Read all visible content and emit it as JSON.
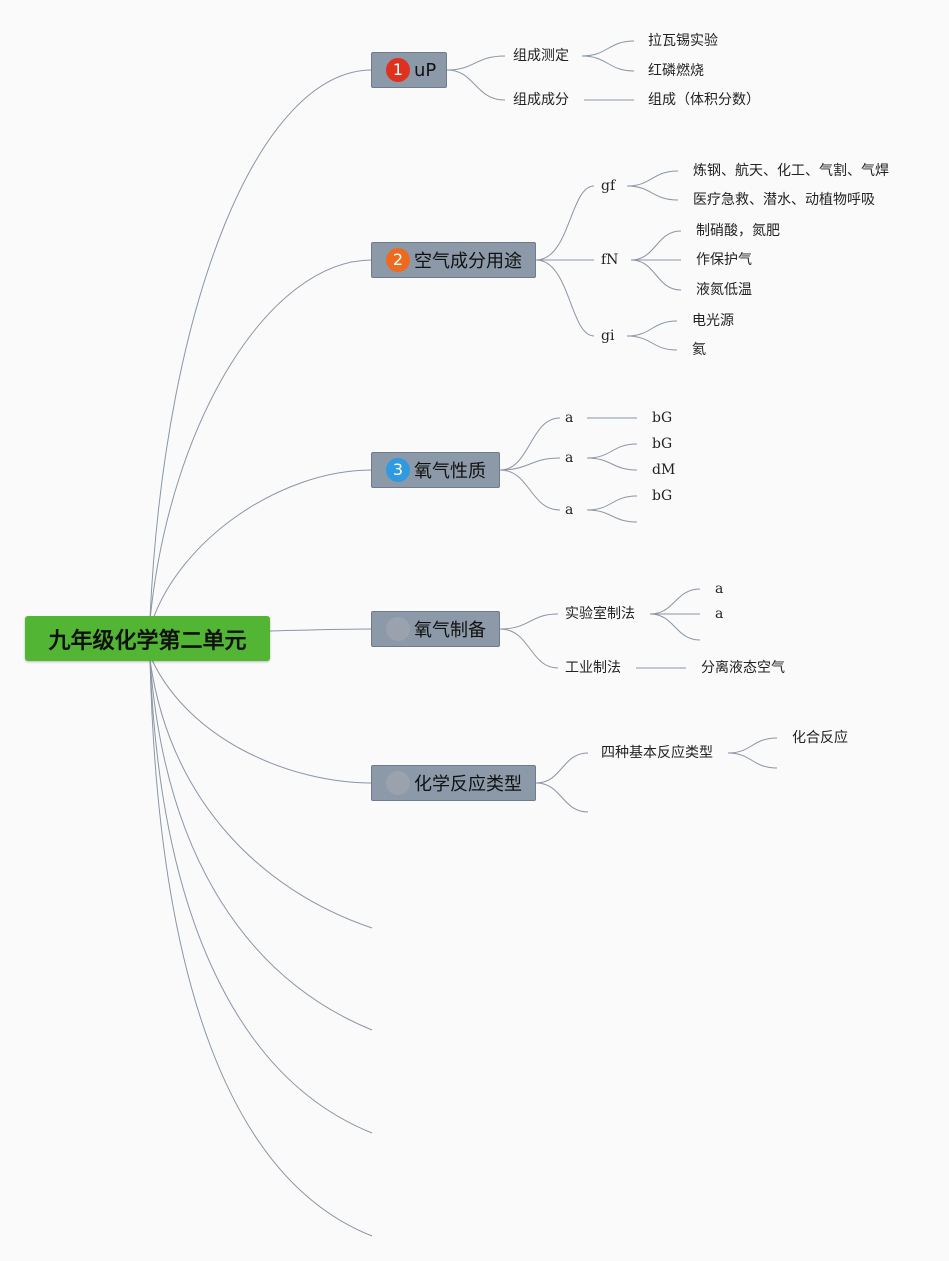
{
  "root": {
    "title": "九年级化学第二单元"
  },
  "colors": {
    "root": "#52b533",
    "main_node": "#8c99a8",
    "link": "#8a96a6",
    "badge_1": "#e0301e",
    "badge_2": "#ee6a1f",
    "badge_3": "#2f9ae0",
    "badge_muted": "#9aa3ad"
  },
  "branches": [
    {
      "badge": "1",
      "title": "uP",
      "children": [
        {
          "label": "组成测定",
          "children": [
            "拉瓦锡实验",
            "红磷燃烧"
          ]
        },
        {
          "label": "组成成分",
          "children": [
            "组成（体积分数）"
          ]
        }
      ]
    },
    {
      "badge": "2",
      "title": "空气成分用途",
      "children": [
        {
          "label": "gf",
          "children": [
            "炼钢、航天、化工、气割、气焊",
            "医疗急救、潜水、动植物呼吸"
          ]
        },
        {
          "label": "fN",
          "children": [
            "制硝酸，氮肥",
            "作保护气",
            "液氮低温"
          ]
        },
        {
          "label": "gi",
          "children": [
            "电光源",
            "氦"
          ]
        }
      ]
    },
    {
      "badge": "3",
      "title": "氧气性质",
      "children": [
        {
          "label": "a",
          "children": [
            "bG"
          ]
        },
        {
          "label": "a",
          "children": [
            "bG",
            "dM"
          ]
        },
        {
          "label": "a",
          "children": [
            "bG",
            ""
          ]
        }
      ]
    },
    {
      "badge": "",
      "title": "氧气制备",
      "children": [
        {
          "label": "实验室制法",
          "children": [
            "a",
            "a",
            ""
          ]
        },
        {
          "label": "工业制法",
          "children": [
            "分离液态空气"
          ]
        }
      ]
    },
    {
      "badge": "",
      "title": "化学反应类型",
      "children": [
        {
          "label": "四种基本反应类型",
          "children": [
            "化合反应",
            ""
          ]
        },
        {
          "label": ""
        }
      ]
    }
  ]
}
